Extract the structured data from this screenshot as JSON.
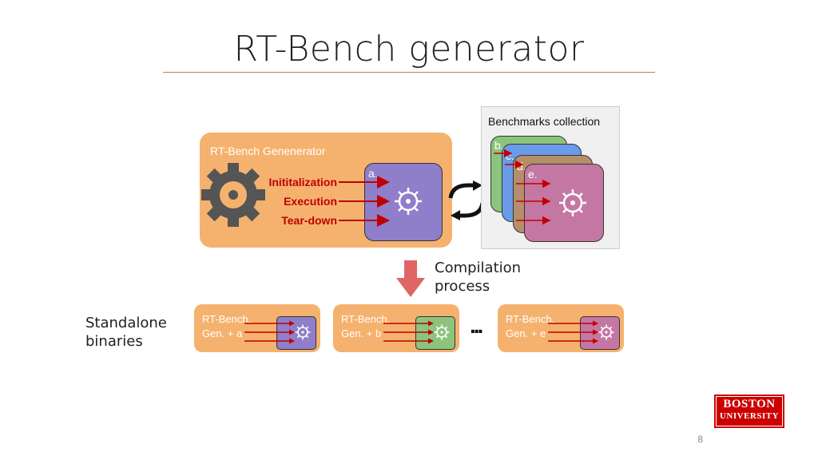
{
  "slide": {
    "title": "RT-Bench generator",
    "page_number": "8"
  },
  "generator": {
    "label": "RT-Bench Genenerator",
    "phases": [
      "Inititalization",
      "Execution",
      "Tear-down"
    ],
    "inner_box_label": "a."
  },
  "collection": {
    "title": "Benchmarks collection",
    "cards": [
      "b.",
      "c.",
      "d.",
      "e."
    ]
  },
  "compilation": {
    "line1": "Compilation",
    "line2": "process"
  },
  "standalone": {
    "line1": "Standalone",
    "line2": "binaries",
    "binaries": [
      {
        "line1": "RT-Bench.",
        "line2": "Gen. + a"
      },
      {
        "line1": "RT-Bench.",
        "line2": "Gen. + b"
      },
      {
        "line1": "RT-Bench.",
        "line2": "Gen. + e"
      }
    ],
    "ellipsis": "..."
  },
  "logo": {
    "line1": "BOSTON",
    "line2": "UNIVERSITY"
  },
  "colors": {
    "orange": "#f5b26e",
    "purple": "#8f7ec9",
    "green": "#8cc47e",
    "blue": "#6a9be8",
    "brown": "#b58e6a",
    "pink": "#c577a3",
    "arrow_red": "#c00000",
    "compile_arrow": "#e06666"
  }
}
